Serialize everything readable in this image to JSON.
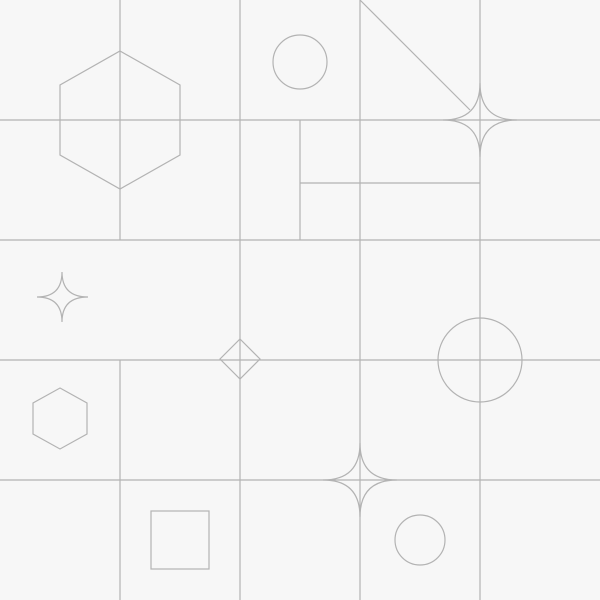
{
  "colors": {
    "background": "#f7f7f7",
    "stroke": "#b3b3b3"
  },
  "shapes": [
    {
      "kind": "hexagon",
      "icon": "hexagon-icon"
    },
    {
      "kind": "circle",
      "icon": "circle-icon"
    },
    {
      "kind": "four-point-star",
      "icon": "sparkle-icon"
    },
    {
      "kind": "diamond",
      "icon": "diamond-icon"
    },
    {
      "kind": "square",
      "icon": "square-icon"
    }
  ]
}
